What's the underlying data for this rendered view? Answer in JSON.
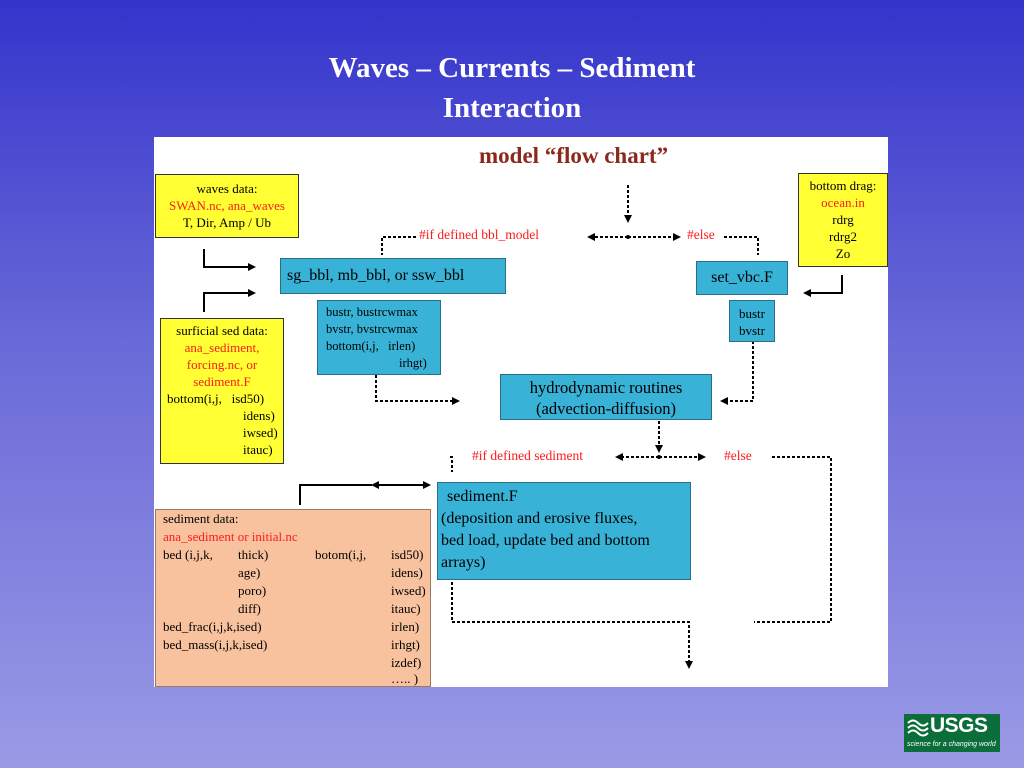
{
  "slide": {
    "title_line1": "Waves – Currents – Sediment",
    "title_line2": "Interaction"
  },
  "chart": {
    "title": "model “flow chart”"
  },
  "waves": {
    "line1": "waves data:",
    "line2": "SWAN.nc, ana_waves",
    "line3": "T, Dir, Amp / Ub"
  },
  "bottom_drag": {
    "line1": "bottom drag:",
    "line2": "ocean.in",
    "line3": "rdrg",
    "line4": "rdrg2",
    "line5": "Zo"
  },
  "branch1": {
    "if_label": "#if defined bbl_model",
    "else_label": "#else"
  },
  "bbl_box": "sg_bbl, mb_bbl, or ssw_bbl",
  "vbc_box": "set_vbc.F",
  "bustr_box": {
    "line1": "bustr, bustrcwmax",
    "line2": "bvstr, bvstrcwmax",
    "line3": "bottom(i,j,",
    "line3b": "irlen)",
    "line4": "irhgt)"
  },
  "bustr_small": {
    "line1": "bustr",
    "line2": "bvstr"
  },
  "surficial": {
    "line1": "surficial sed data:",
    "line2": "ana_sediment,",
    "line3": "forcing.nc, or",
    "line4": "sediment.F",
    "line5a": "bottom(i,j,",
    "line5b": "isd50)",
    "line6": "idens)",
    "line7": "iwsed)",
    "line8": "itauc)"
  },
  "hydro": {
    "line1": "hydrodynamic routines",
    "line2": "(advection-diffusion)"
  },
  "branch2": {
    "if_label": "#if defined sediment",
    "else_label": "#else"
  },
  "sediment_box": {
    "line1": "sediment.F",
    "line2": "(deposition and erosive fluxes,",
    "line3": "bed load, update bed and bottom",
    "line4": "arrays)"
  },
  "sediment_data": {
    "line1": "sediment data:",
    "line2": "ana_sediment or initial.nc",
    "bed": "bed (i,j,k,",
    "thick": "thick)",
    "age": "age)",
    "poro": "poro)",
    "diff": "diff)",
    "botom": "botom(i,j,",
    "isd50": "isd50)",
    "idens": "idens)",
    "iwsed": "iwsed)",
    "itauc": "itauc)",
    "irlen": "irlen)",
    "irhgt": "irhgt)",
    "izdef": "izdef)",
    "dots": "….. )",
    "bed_frac": "bed_frac(i,j,k,ised)",
    "bed_mass": "bed_mass(i,j,k,ised)"
  },
  "logo": {
    "name": "USGS",
    "tagline": "science for a changing world"
  },
  "colors": {
    "yellow_box": "#ffff33",
    "cyan_box": "#38b2d6",
    "orange_box": "#f8c29e",
    "accent_red": "#ff1a1a",
    "chart_title": "#8b2a1c"
  }
}
